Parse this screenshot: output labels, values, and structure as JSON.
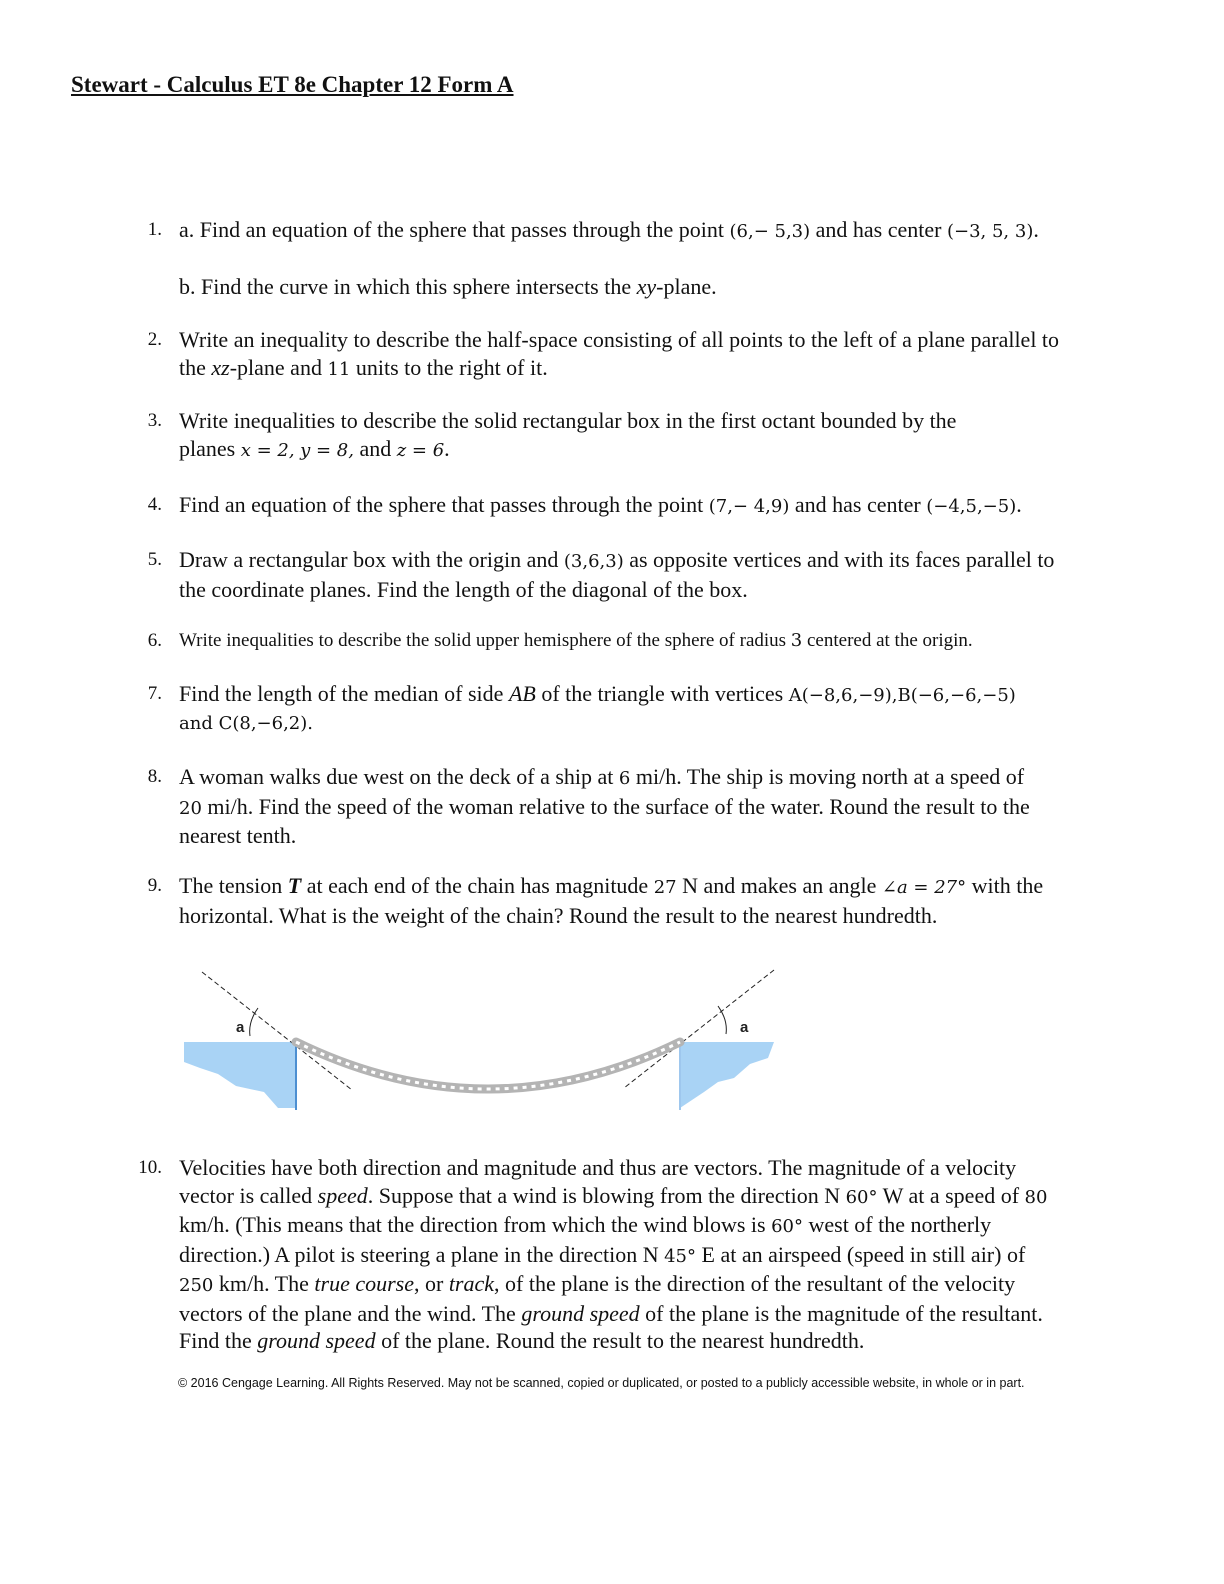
{
  "header": {
    "title": "Stewart - Calculus ET 8e Chapter 12 Form A"
  },
  "questions": {
    "q1": {
      "num": "1.",
      "a_t1": "a. Find an equation of the sphere that passes through the point",
      "a_m1": "(6,− 5,3)",
      "a_t2": "and has center",
      "a_m2": "(−3, 5, 3)",
      "a_t3": ".",
      "b_t1": "b. Find the curve in which this sphere intersects the",
      "b_it": "xy",
      "b_t2": "-plane."
    },
    "q2": {
      "num": "2.",
      "t1": "Write an inequality to describe the half-space consisting of all points to the left of a plane parallel to",
      "t2": "the",
      "it": "xz",
      "t3": "-plane and",
      "m1": "11",
      "t4": "units to the right of it."
    },
    "q3": {
      "num": "3.",
      "t1": "Write inequalities to describe the solid rectangular box in the first octant bounded by the",
      "t2": "planes",
      "m1": "x = 2,",
      "m2": "y = 8,",
      "t3": "and",
      "m3": "z = 6",
      "t4": "."
    },
    "q4": {
      "num": "4.",
      "t1": "Find an equation of the sphere that passes through the point",
      "m1": "(7,− 4,9)",
      "t2": "and has center",
      "m2": "(−4,5,−5)",
      "t3": "."
    },
    "q5": {
      "num": "5.",
      "t1": "Draw a rectangular box with the origin and",
      "m1": "(3,6,3)",
      "t2": "as opposite vertices and with its faces parallel to",
      "t3": "the coordinate planes. Find the length of the diagonal of the box."
    },
    "q6": {
      "num": "6.",
      "t1": "Write inequalities to describe the solid upper hemisphere of the sphere of radius",
      "m1": "3",
      "t2": "centered at the origin."
    },
    "q7": {
      "num": "7.",
      "t1": "Find the length of the median of side",
      "it": "AB",
      "t2": "of the triangle with vertices",
      "m1": "A(−8,6,−9),B(−6,−6,−5)",
      "m2": "and C(8,−6,2)."
    },
    "q8": {
      "num": "8.",
      "t1": "A woman walks due west on the deck of a ship at",
      "m1": "6",
      "t2": "mi/h. The ship is moving north at a speed of",
      "m2": "20",
      "t3": "mi/h. Find the speed of the woman relative to the surface of the water. Round the result to the",
      "t4": "nearest tenth."
    },
    "q9": {
      "num": "9.",
      "t1": "The tension",
      "bi": "T",
      "t2": "at each end of the chain has magnitude",
      "m1": "27",
      "t3": "N and makes an angle",
      "m2": "∠a = 27°",
      "t4": "with the",
      "t5": "horizontal. What is the weight of the chain? Round the result to the nearest hundredth."
    },
    "q10": {
      "num": "10.",
      "l1": "Velocities have both direction and magnitude and thus are vectors. The magnitude of a velocity",
      "l2a": "vector is called",
      "l2it": "speed",
      "l2b": ". Suppose that a wind is blowing from the direction N",
      "l2m1": "60°",
      "l2c": "W at a speed of",
      "l2m2": "80",
      "l3a": "km/h. (This means that the direction from which the wind blows is",
      "l3m": "60°",
      "l3b": "west of the northerly",
      "l4a": "direction.) A pilot is steering a plane in the direction N",
      "l4m": "45°",
      "l4b": "E at an airspeed (speed in still air) of",
      "l5m": "250",
      "l5a": "km/h. The",
      "l5it1": "true course",
      "l5b": ", or",
      "l5it2": "track",
      "l5c": ", of the plane is the direction of the resultant of the velocity",
      "l6a": "vectors of the plane and the wind. The",
      "l6it": "ground speed",
      "l6b": "of the plane is the magnitude of the resultant.",
      "l7a": "Find the",
      "l7it": "ground speed",
      "l7b": "of the plane. Round the result to the nearest hundredth."
    }
  },
  "diagram": {
    "left_angle_label": "a",
    "right_angle_label": "a",
    "water_color": "#a9d3f5",
    "chain_color": "#b4b4b4"
  },
  "footer": {
    "copyright": "© 2016 Cengage Learning. All Rights Reserved. May not be scanned, copied or duplicated, or posted to a publicly accessible website, in whole or in part."
  }
}
